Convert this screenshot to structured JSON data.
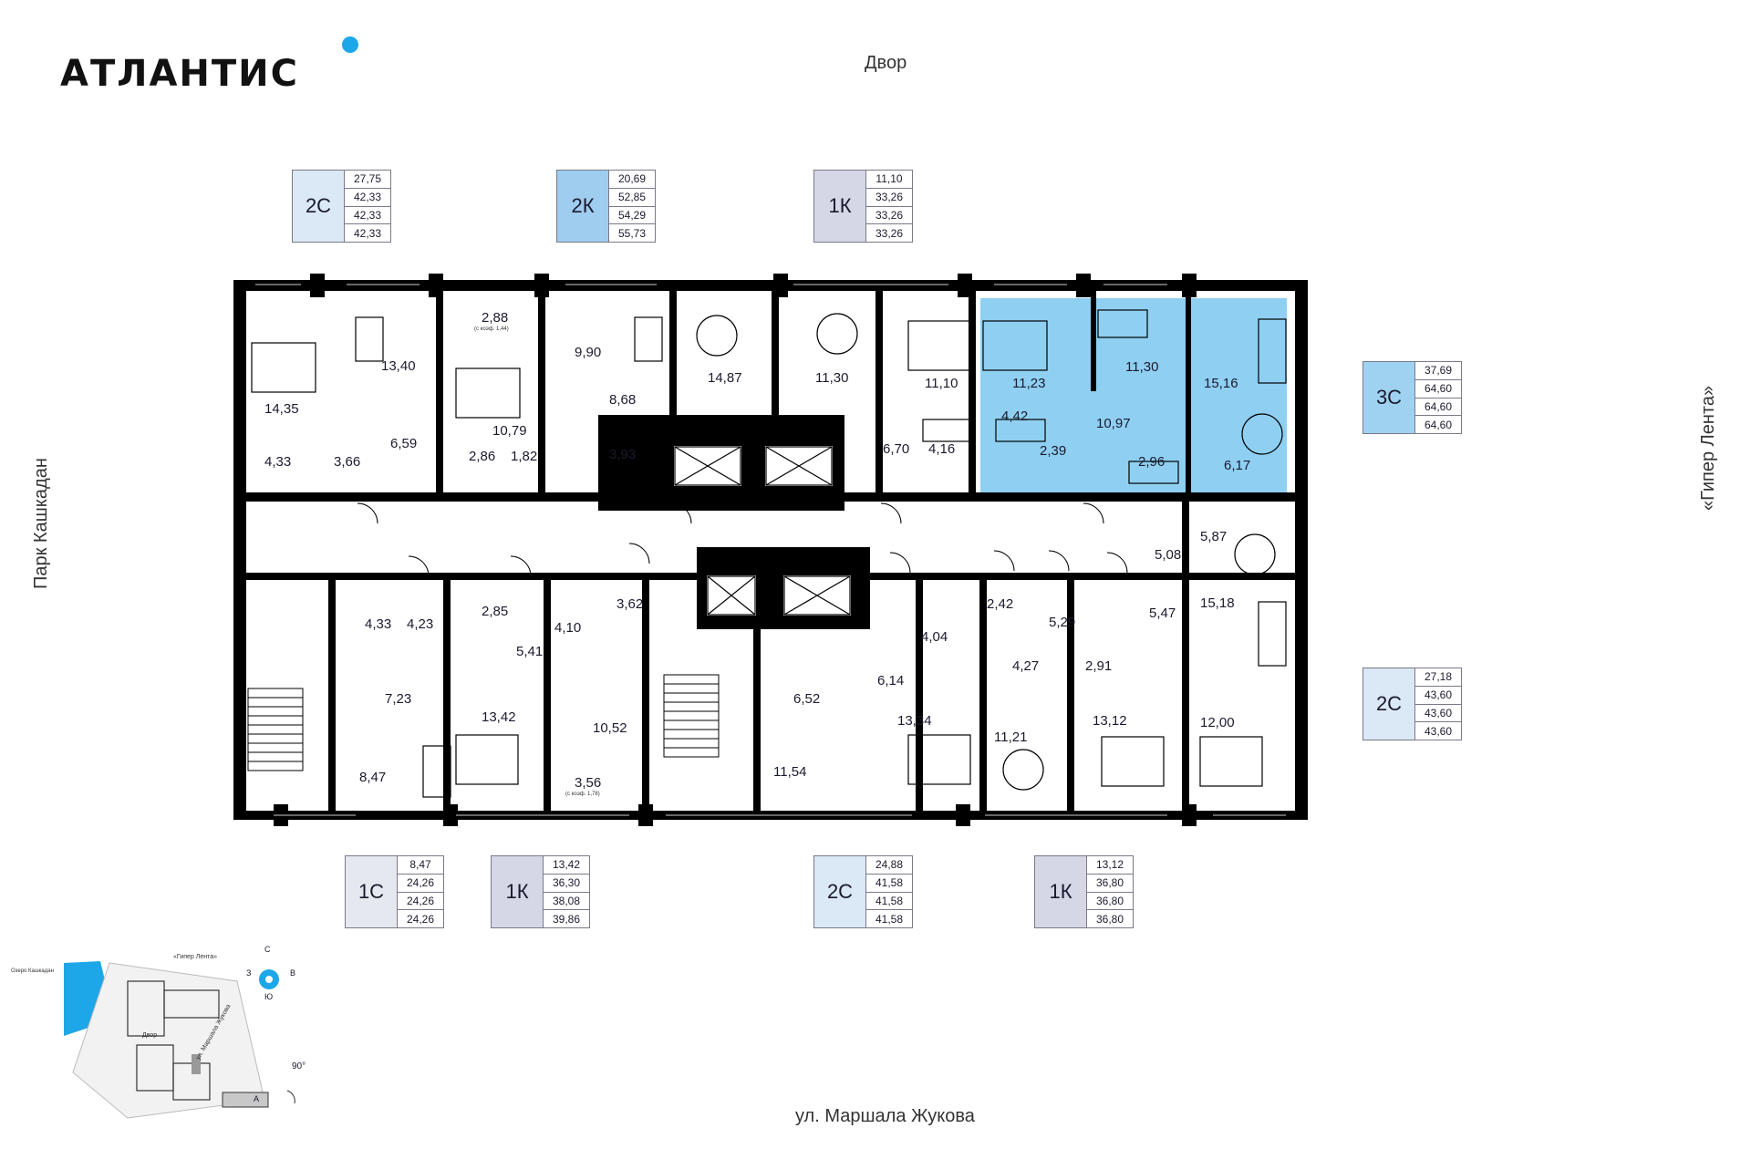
{
  "brand": {
    "name": "АТЛАНТИС",
    "accent": "#1ea7e8"
  },
  "orientation": {
    "north_side": "Двор",
    "south_side": "ул. Маршала Жукова",
    "west_side": "Парк Кашкадан",
    "east_side": "«Гипер Лента»"
  },
  "colors": {
    "type_2C": "#dbe8f6",
    "type_2K": "#9fcdf0",
    "type_1K": "#d5d7e6",
    "type_1C": "#e6e8f0",
    "type_3C": "#9fd2f0",
    "wall": "#000000",
    "highlight": "#8fd0f2"
  },
  "apartment_cards": [
    {
      "code": "2С",
      "values": [
        "27,75",
        "42,33",
        "42,33",
        "42,33"
      ],
      "color": "#dbe8f6"
    },
    {
      "code": "2К",
      "values": [
        "20,69",
        "52,85",
        "54,29",
        "55,73"
      ],
      "color": "#9fcdf0"
    },
    {
      "code": "1К",
      "values": [
        "11,10",
        "33,26",
        "33,26",
        "33,26"
      ],
      "color": "#d5d7e6"
    },
    {
      "code": "3С",
      "values": [
        "37,69",
        "64,60",
        "64,60",
        "64,60"
      ],
      "color": "#9fd2f0"
    },
    {
      "code": "2С",
      "values": [
        "27,18",
        "43,60",
        "43,60",
        "43,60"
      ],
      "color": "#dbe8f6"
    },
    {
      "code": "1С",
      "values": [
        "8,47",
        "24,26",
        "24,26",
        "24,26"
      ],
      "color": "#e6e8f0"
    },
    {
      "code": "1К",
      "values": [
        "13,42",
        "36,30",
        "38,08",
        "39,86"
      ],
      "color": "#d5d7e6"
    },
    {
      "code": "2С",
      "values": [
        "24,88",
        "41,58",
        "41,58",
        "41,58"
      ],
      "color": "#dbe8f6"
    },
    {
      "code": "1К",
      "values": [
        "13,12",
        "36,80",
        "36,80",
        "36,80"
      ],
      "color": "#d5d7e6"
    }
  ],
  "room_areas": [
    "13,40",
    "14,35",
    "4,33",
    "3,66",
    "6,59",
    "2,88",
    "10,79",
    "2,86",
    "1,82",
    "9,90",
    "8,68",
    "3,93",
    "14,87",
    "11,30",
    "11,10",
    "6,70",
    "4,16",
    "11,23",
    "11,30",
    "15,16",
    "4,42",
    "10,97",
    "2,39",
    "2,96",
    "6,17",
    "5,87",
    "5,08",
    "15,18",
    "5,47",
    "12,00",
    "4,33",
    "4,23",
    "2,85",
    "5,41",
    "4,10",
    "3,62",
    "7,23",
    "13,42",
    "10,52",
    "8,47",
    "3,56",
    "6,52",
    "11,54",
    "4,04",
    "6,14",
    "13,34",
    "2,42",
    "5,29",
    "4,27",
    "2,91",
    "13,12",
    "11,21"
  ],
  "small_notes": {
    "coef_1": "(с коэф. 1,44)",
    "coef_2": "(с коэф. 1,78)"
  },
  "minimap": {
    "compass": {
      "n": "С",
      "s": "Ю",
      "w": "З",
      "e": "В"
    },
    "lake": "Озеро Кашкадан",
    "hyper": "«Гипер Лента»",
    "yard": "Двор",
    "street": "ул. Маршала Жукова",
    "rotation": "90°",
    "section": "А"
  }
}
